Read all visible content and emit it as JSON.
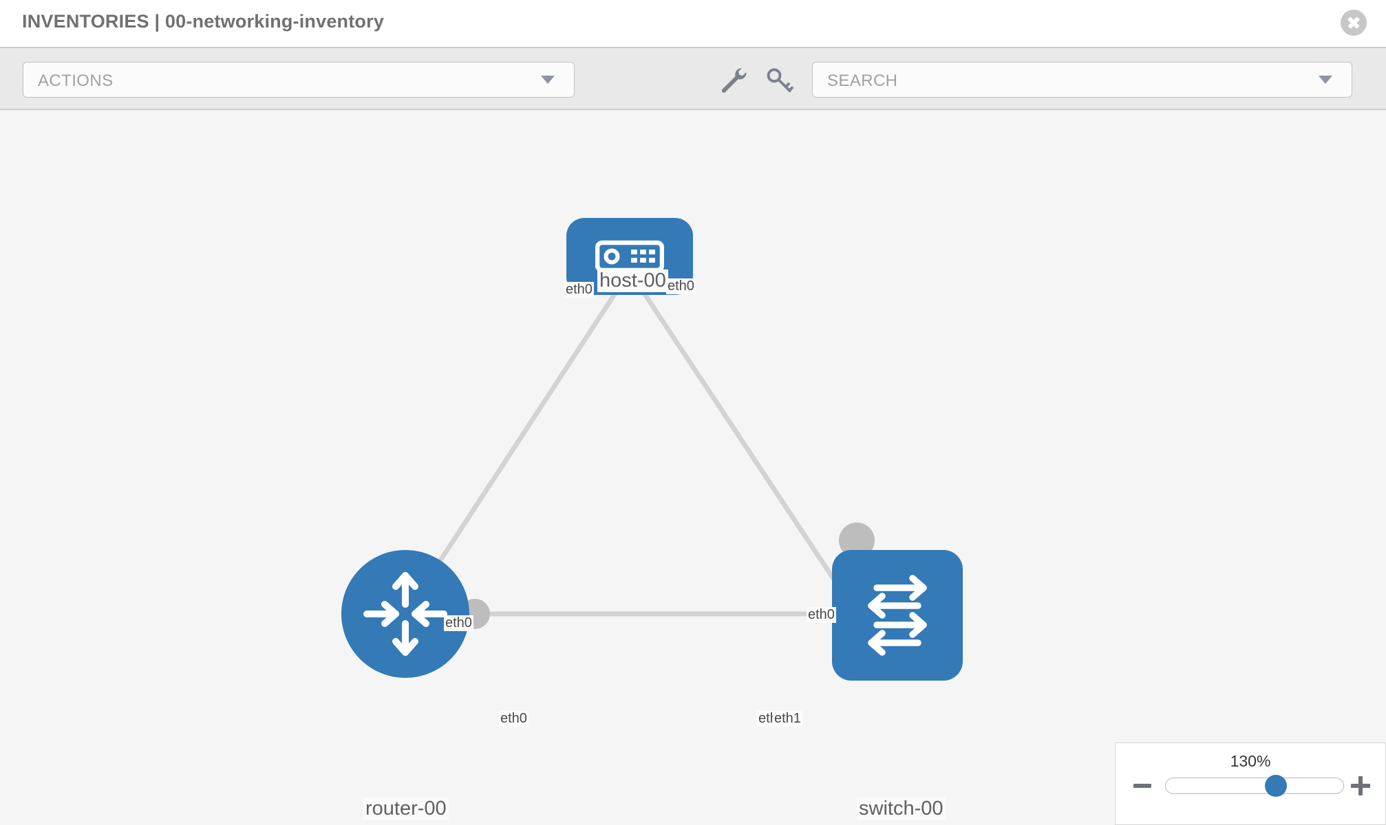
{
  "header": {
    "title": "INVENTORIES | 00-networking-inventory",
    "close_label": "×"
  },
  "toolbar": {
    "actions_label": "ACTIONS",
    "search_placeholder": "SEARCH",
    "wrench_icon": "wrench-icon",
    "key_icon": "key-icon",
    "actions_caret": "chevron-down-icon",
    "search_caret": "chevron-down-icon"
  },
  "topology": {
    "nodes": [
      {
        "id": "host-00",
        "label": "host-00",
        "type": "host",
        "icon": "server-icon"
      },
      {
        "id": "router-00",
        "label": "router-00",
        "type": "router",
        "icon": "router-arrows-icon"
      },
      {
        "id": "switch-00",
        "label": "switch-00",
        "type": "switch",
        "icon": "switch-arrows-icon"
      }
    ],
    "interface_labels": {
      "host_left": "eth0",
      "host_right": "eth0",
      "router_to_host": "eth0",
      "switch_to_host": "eth0",
      "router_to_switch": "eth0",
      "switch_to_router_hidden": "eth",
      "switch_to_router": "eth1"
    },
    "links": [
      {
        "from": "router-00",
        "to": "host-00",
        "from_if": "eth0",
        "to_if": "eth0"
      },
      {
        "from": "host-00",
        "to": "switch-00",
        "from_if": "eth0",
        "to_if": "eth0"
      },
      {
        "from": "router-00",
        "to": "switch-00",
        "from_if": "eth0",
        "to_if": "eth1"
      }
    ]
  },
  "zoom_control": {
    "level": "130%",
    "minus_label": "zoom-out",
    "plus_label": "zoom-in",
    "slider_percent": 62
  },
  "colors": {
    "node_blue": "#337ab7",
    "canvas_bg": "#f5f5f5",
    "toolbar_bg": "#e9e9e9",
    "link_gray": "#d0d0d0",
    "connector_gray": "#bdbdbd"
  }
}
